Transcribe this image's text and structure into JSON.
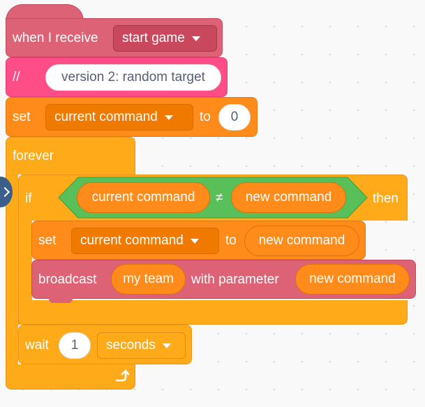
{
  "event_block": {
    "label": "when I receive",
    "message": "start game"
  },
  "comment_block": {
    "prefix": "//",
    "text": "version 2: random target"
  },
  "set_block_1": {
    "label": "set",
    "variable": "current command",
    "to_label": "to",
    "value": "0"
  },
  "forever_block": {
    "label": "forever"
  },
  "if_block": {
    "label": "if",
    "left_operand": "current command",
    "operator": "≠",
    "right_operand": "new command",
    "then_label": "then"
  },
  "set_block_2": {
    "label": "set",
    "variable": "current command",
    "to_label": "to",
    "value": "new command"
  },
  "broadcast_block": {
    "label": "broadcast",
    "message": "my team",
    "with_label": "with parameter",
    "parameter": "new command"
  },
  "wait_block": {
    "label": "wait",
    "value": "1",
    "unit": "seconds"
  },
  "icons": {
    "loop_arrow": "loop-arrow-icon",
    "dropdown": "caret-down-icon"
  },
  "colors": {
    "events": "#dd6275",
    "comment": "#ff4d87",
    "variables": "#ff8c1a",
    "control": "#ffab19",
    "operators": "#59c059",
    "background": "#f9f9f9"
  }
}
